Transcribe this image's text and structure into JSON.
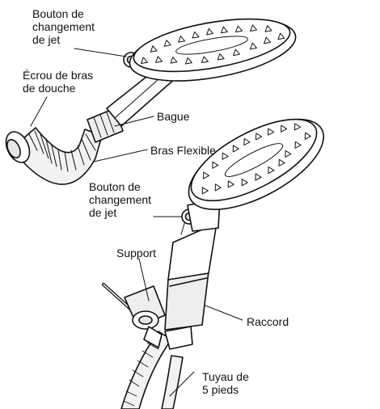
{
  "labels": {
    "top_jet_button": "Bouton de\nchangement\nde jet",
    "arm_nut": "Écrou de bras\nde douche",
    "ring": "Bague",
    "flexible_arm": "Bras Flexible",
    "bottom_jet_button": "Bouton de\nchangement\nde jet",
    "bracket": "Support",
    "connector": "Raccord",
    "hose": "Tuyau de\n5 pieds"
  },
  "colors": {
    "line": "#111111",
    "fill": "#ffffff",
    "shade": "#e6e6e6"
  }
}
